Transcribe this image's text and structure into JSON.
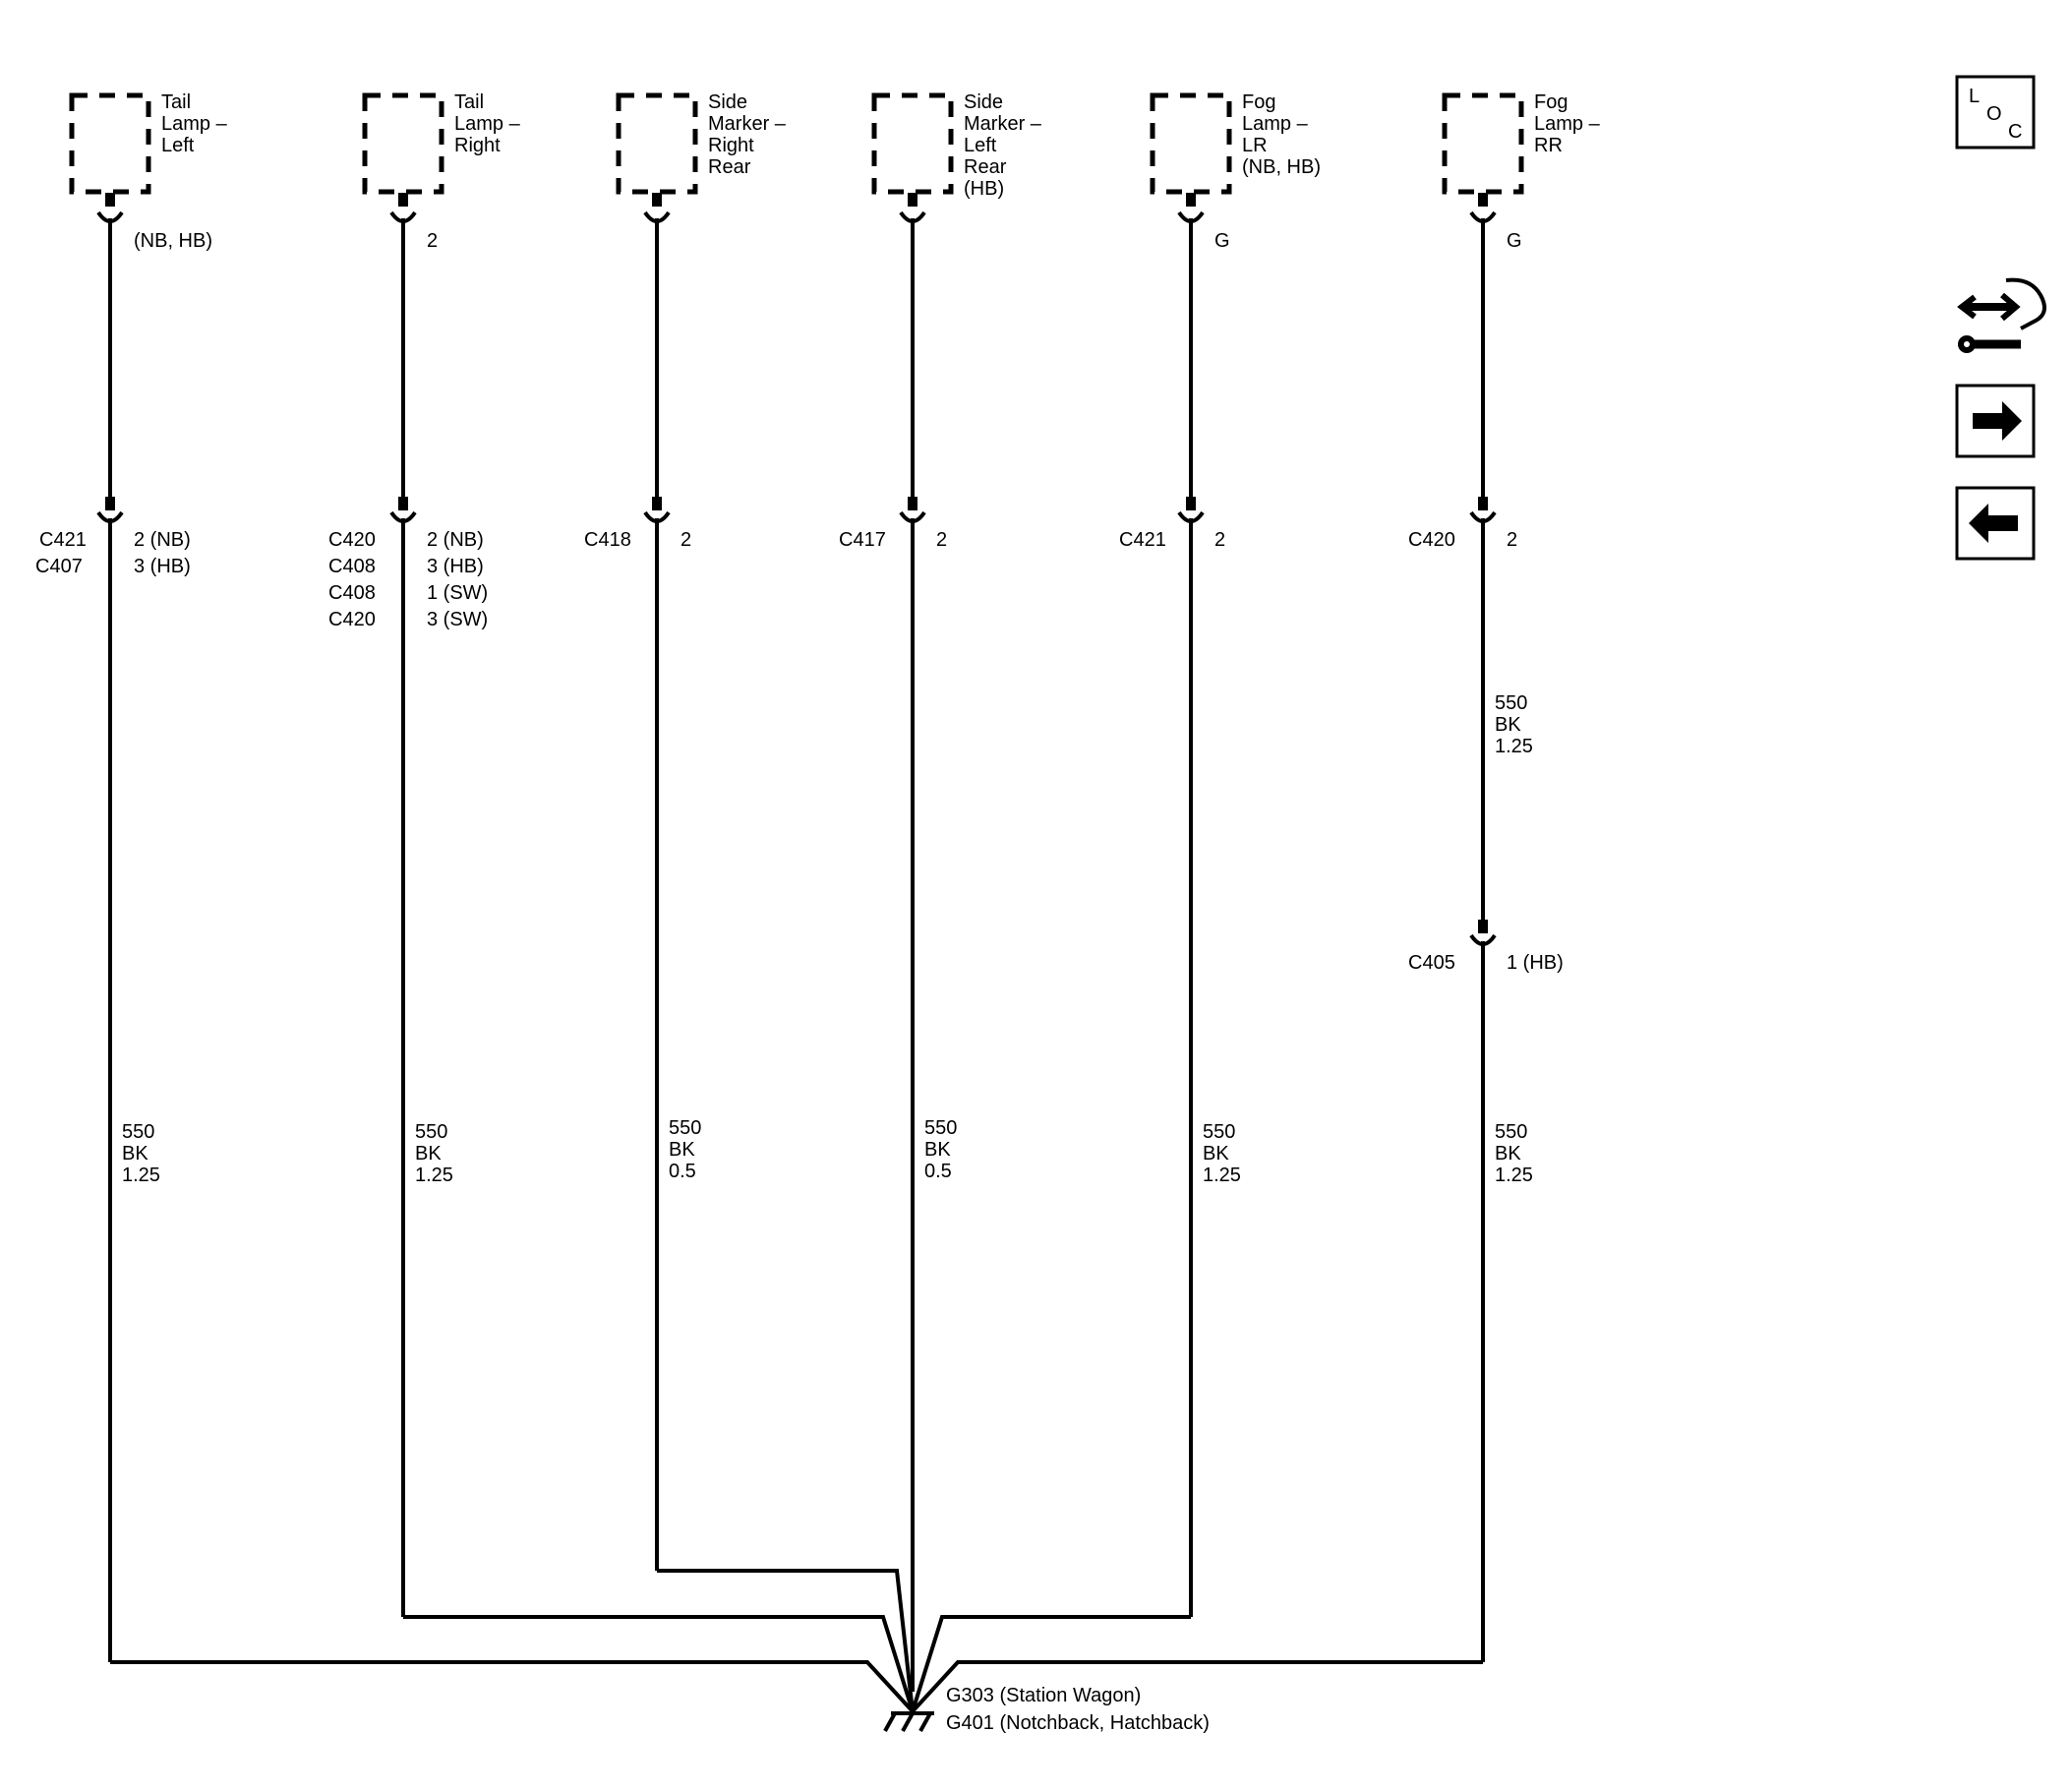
{
  "components": [
    {
      "name": [
        "Tail",
        "Lamp –",
        "Left"
      ],
      "pin": "(NB, HB)"
    },
    {
      "name": [
        "Tail",
        "Lamp –",
        "Right"
      ],
      "pin": "2"
    },
    {
      "name": [
        "Side",
        "Marker –",
        "Right",
        "Rear"
      ],
      "pin": ""
    },
    {
      "name": [
        "Side",
        "Marker –",
        "Left",
        "Rear",
        "(HB)"
      ],
      "pin": ""
    },
    {
      "name": [
        "Fog",
        "Lamp –",
        "LR",
        "(NB, HB)"
      ],
      "pin": "G"
    },
    {
      "name": [
        "Fog",
        "Lamp –",
        "RR"
      ],
      "pin": "G"
    }
  ],
  "connectors": [
    {
      "left": [
        "C421",
        "C407"
      ],
      "right": [
        "2 (NB)",
        "3 (HB)"
      ]
    },
    {
      "left": [
        "C420",
        "C408",
        "C408",
        "C420"
      ],
      "right": [
        "2 (NB)",
        "3 (HB)",
        "1 (SW)",
        "3 (SW)"
      ]
    },
    {
      "left": [
        "C418"
      ],
      "right": [
        "2"
      ]
    },
    {
      "left": [
        "C417"
      ],
      "right": [
        "2"
      ]
    },
    {
      "left": [
        "C421"
      ],
      "right": [
        "2"
      ]
    },
    {
      "left": [
        "C420"
      ],
      "right": [
        "2"
      ]
    }
  ],
  "extra_connector": {
    "left": "C405",
    "right": "1 (HB)"
  },
  "wires": [
    {
      "circuit": "550",
      "color": "BK",
      "size": "1.25"
    },
    {
      "circuit": "550",
      "color": "BK",
      "size": "1.25"
    },
    {
      "circuit": "550",
      "color": "BK",
      "size": "0.5"
    },
    {
      "circuit": "550",
      "color": "BK",
      "size": "0.5"
    },
    {
      "circuit": "550",
      "color": "BK",
      "size": "1.25"
    },
    {
      "circuit": "550",
      "color": "BK",
      "size": "1.25"
    }
  ],
  "wire_upper_rr": {
    "circuit": "550",
    "color": "BK",
    "size": "1.25"
  },
  "ground": {
    "line1": "G303 (Station Wagon)",
    "line2": "G401 (Notchback, Hatchback)"
  },
  "nav_icons": [
    {
      "icon": "loc-icon",
      "letters": [
        "L",
        "O",
        "C"
      ]
    },
    {
      "icon": "hand-wrench-icon"
    },
    {
      "icon": "arrow-right-icon"
    },
    {
      "icon": "arrow-left-icon"
    }
  ]
}
